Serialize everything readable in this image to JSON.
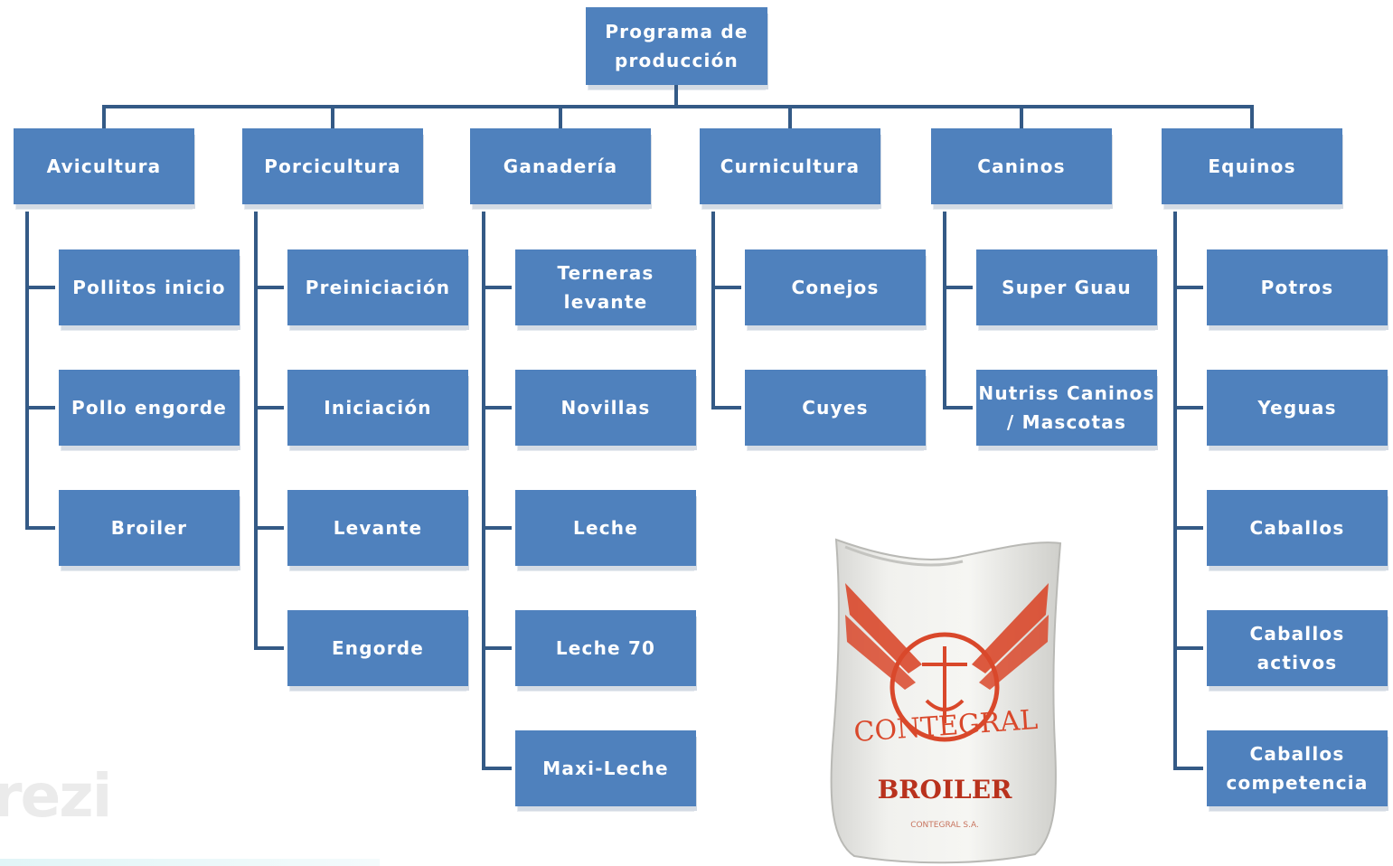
{
  "root": {
    "label": "Programa de\nproducción"
  },
  "categories": [
    {
      "label": "Avicultura",
      "items": [
        "Pollitos inicio",
        "Pollo engorde",
        "Broiler"
      ]
    },
    {
      "label": "Porcicultura",
      "items": [
        "Preiniciación",
        "Iniciación",
        "Levante",
        "Engorde"
      ]
    },
    {
      "label": "Ganadería",
      "items": [
        "Terneras\nlevante",
        "Novillas",
        "Leche",
        "Leche 70",
        "Maxi-Leche"
      ]
    },
    {
      "label": "Curnicultura",
      "items": [
        "Conejos",
        "Cuyes"
      ]
    },
    {
      "label": "Caninos",
      "items": [
        "Super Guau",
        "Nutriss Caninos\n/ Mascotas"
      ]
    },
    {
      "label": "Equinos",
      "items": [
        "Potros",
        "Yeguas",
        "Caballos",
        "Caballos activos",
        "Caballos\ncompetencia"
      ]
    }
  ],
  "product_bag": {
    "brand": "CONTEGRAL",
    "product": "BROILER",
    "company": "CONTEGRAL S.A."
  },
  "watermark": "rezi",
  "colors": {
    "box": "#4f81bd",
    "connector": "#345a86",
    "bag_accent": "#d9482b"
  }
}
